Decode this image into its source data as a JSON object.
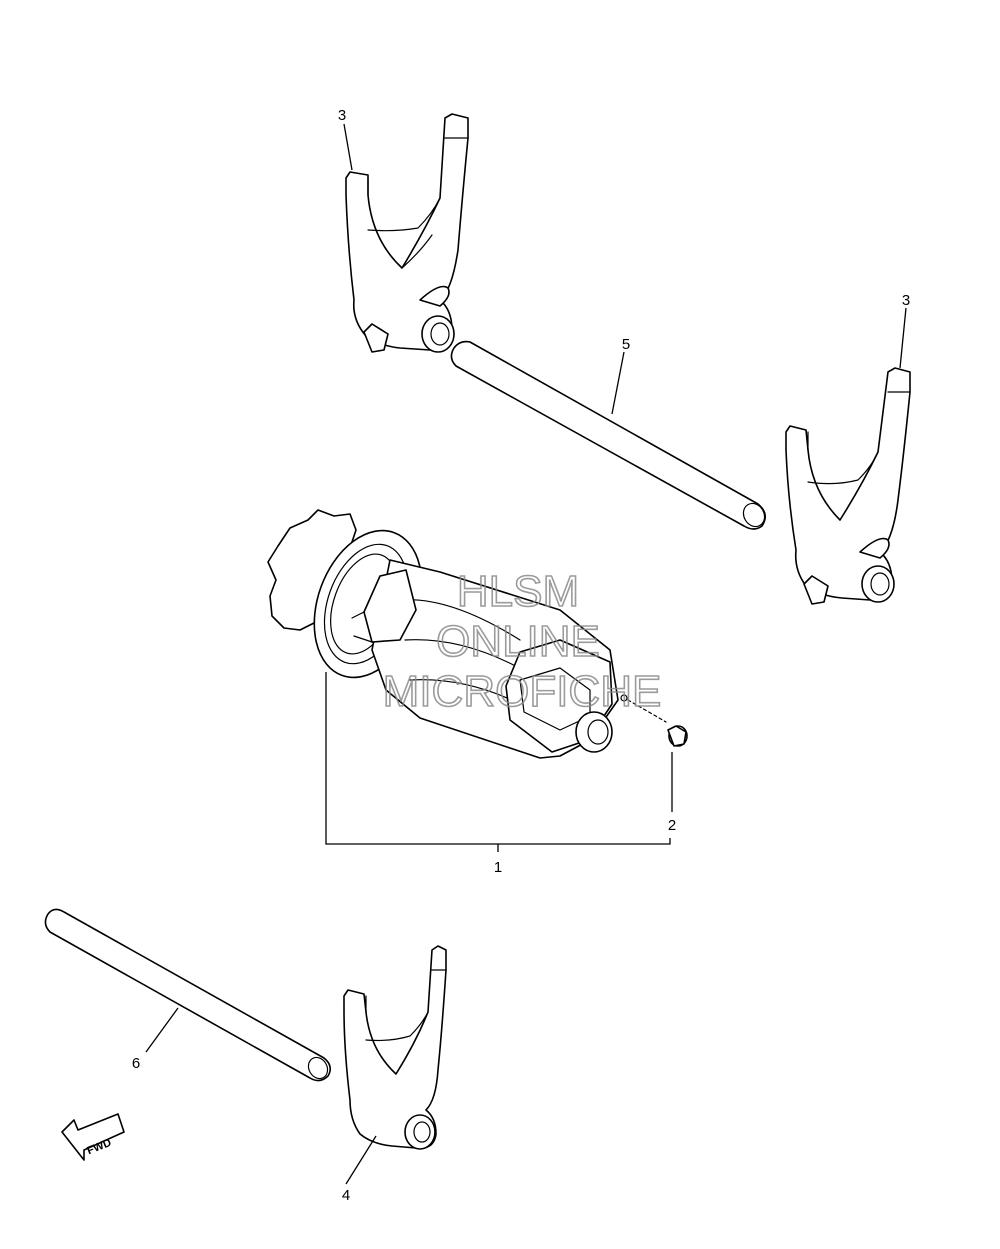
{
  "diagram": {
    "callouts": [
      {
        "label": "1"
      },
      {
        "label": "2"
      },
      {
        "label": "3"
      },
      {
        "label": "3"
      },
      {
        "label": "4"
      },
      {
        "label": "5"
      },
      {
        "label": "6"
      }
    ],
    "direction_arrow": {
      "label": "FWD"
    },
    "watermark": {
      "line1": "HLSM",
      "line2": "ONLINE",
      "line3": "MICROFICHE"
    }
  }
}
